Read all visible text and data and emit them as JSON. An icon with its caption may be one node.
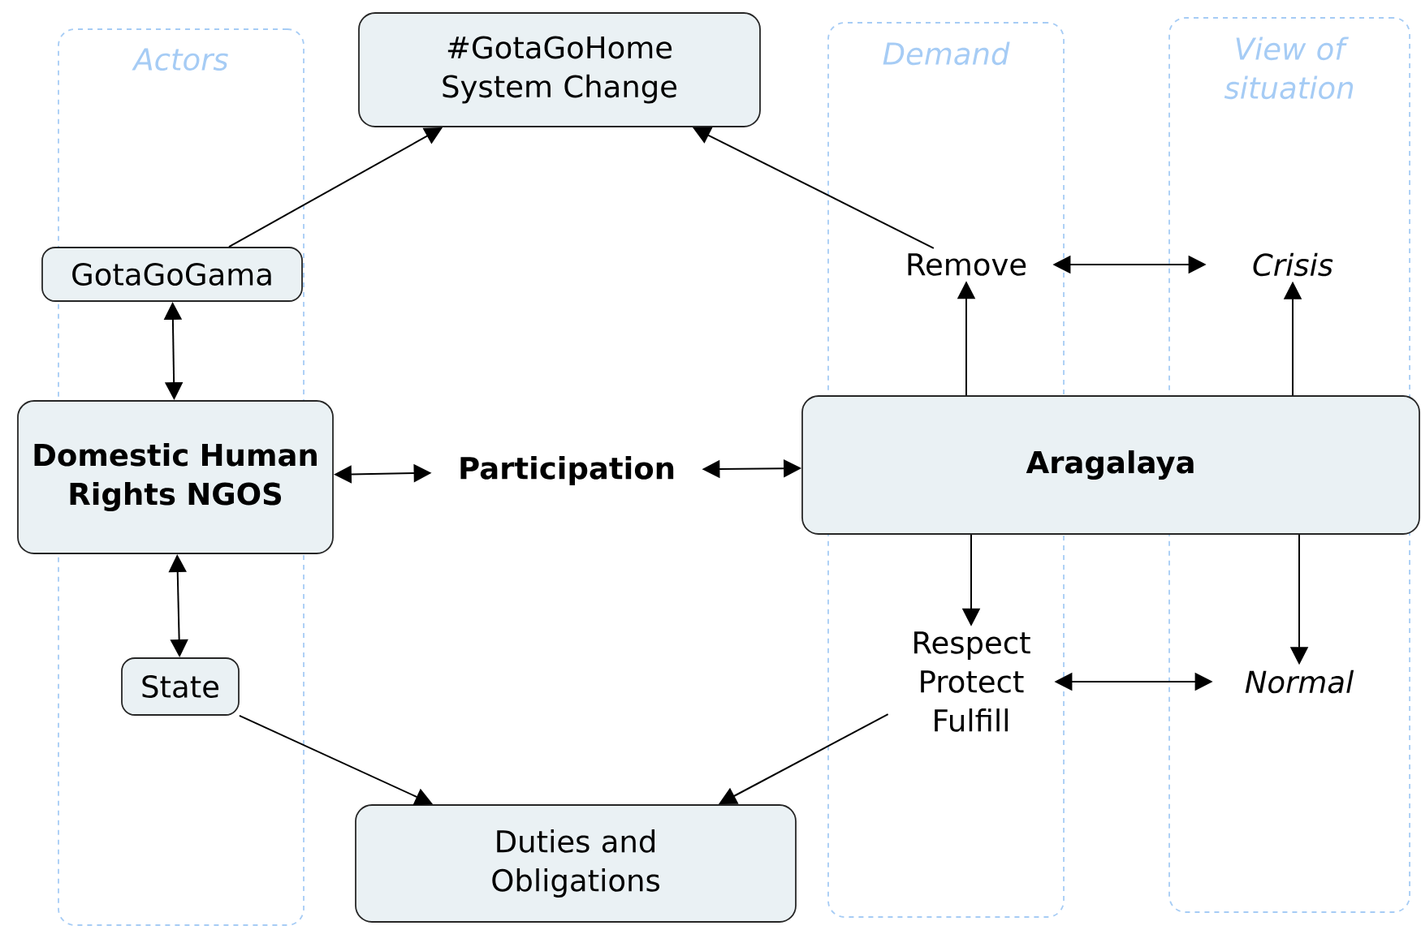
{
  "diagram": {
    "nodes": [
      {
        "text": [
          "Actors"
        ]
      },
      {
        "text": [
          "Demand"
        ]
      },
      {
        "text": [
          "View of situation"
        ]
      },
      {
        "text": [
          "#GotaGoHome System Change"
        ]
      },
      {
        "text": [
          "GotaGoGama"
        ]
      },
      {
        "text": [
          "Remove"
        ],
        "in": 1
      },
      {
        "text": [
          "Crisis"
        ],
        "in": 2
      },
      {
        "text": [
          "Domestic Human Rights NGOS"
        ]
      },
      {
        "text": [
          "Participation"
        ]
      },
      {
        "text": [
          "Aragalaya"
        ]
      },
      {
        "text": [
          "Respect Protect Fulfill"
        ],
        "in": 1
      },
      {
        "text": [
          "Normal"
        ],
        "in": 2
      },
      {
        "text": [
          "State"
        ],
        "in": 0
      },
      {
        "text": [
          "Duties and Obligations"
        ]
      }
    ],
    "edges": [
      {
        "from": 4,
        "to": 3,
        "arrow": "to"
      },
      {
        "from": 5,
        "to": 3,
        "arrow": "to"
      },
      {
        "from": 4,
        "to": 7,
        "arrow": "both"
      },
      {
        "from": 5,
        "to": 6,
        "arrow": "both"
      },
      {
        "from": 7,
        "to": 8,
        "arrow": "both"
      },
      {
        "from": 8,
        "to": 9,
        "arrow": "both"
      },
      {
        "from": 9,
        "to": 5,
        "arrow": "to"
      },
      {
        "from": 9,
        "to": 6,
        "arrow": "to"
      },
      {
        "from": 9,
        "to": 10,
        "arrow": "to"
      },
      {
        "from": 9,
        "to": 11,
        "arrow": "to"
      },
      {
        "from": 10,
        "to": 11,
        "arrow": "both"
      },
      {
        "from": 7,
        "to": 12,
        "arrow": "both"
      },
      {
        "from": 12,
        "to": 13,
        "arrow": "to"
      },
      {
        "from": 10,
        "to": 13,
        "arrow": "to"
      }
    ]
  }
}
